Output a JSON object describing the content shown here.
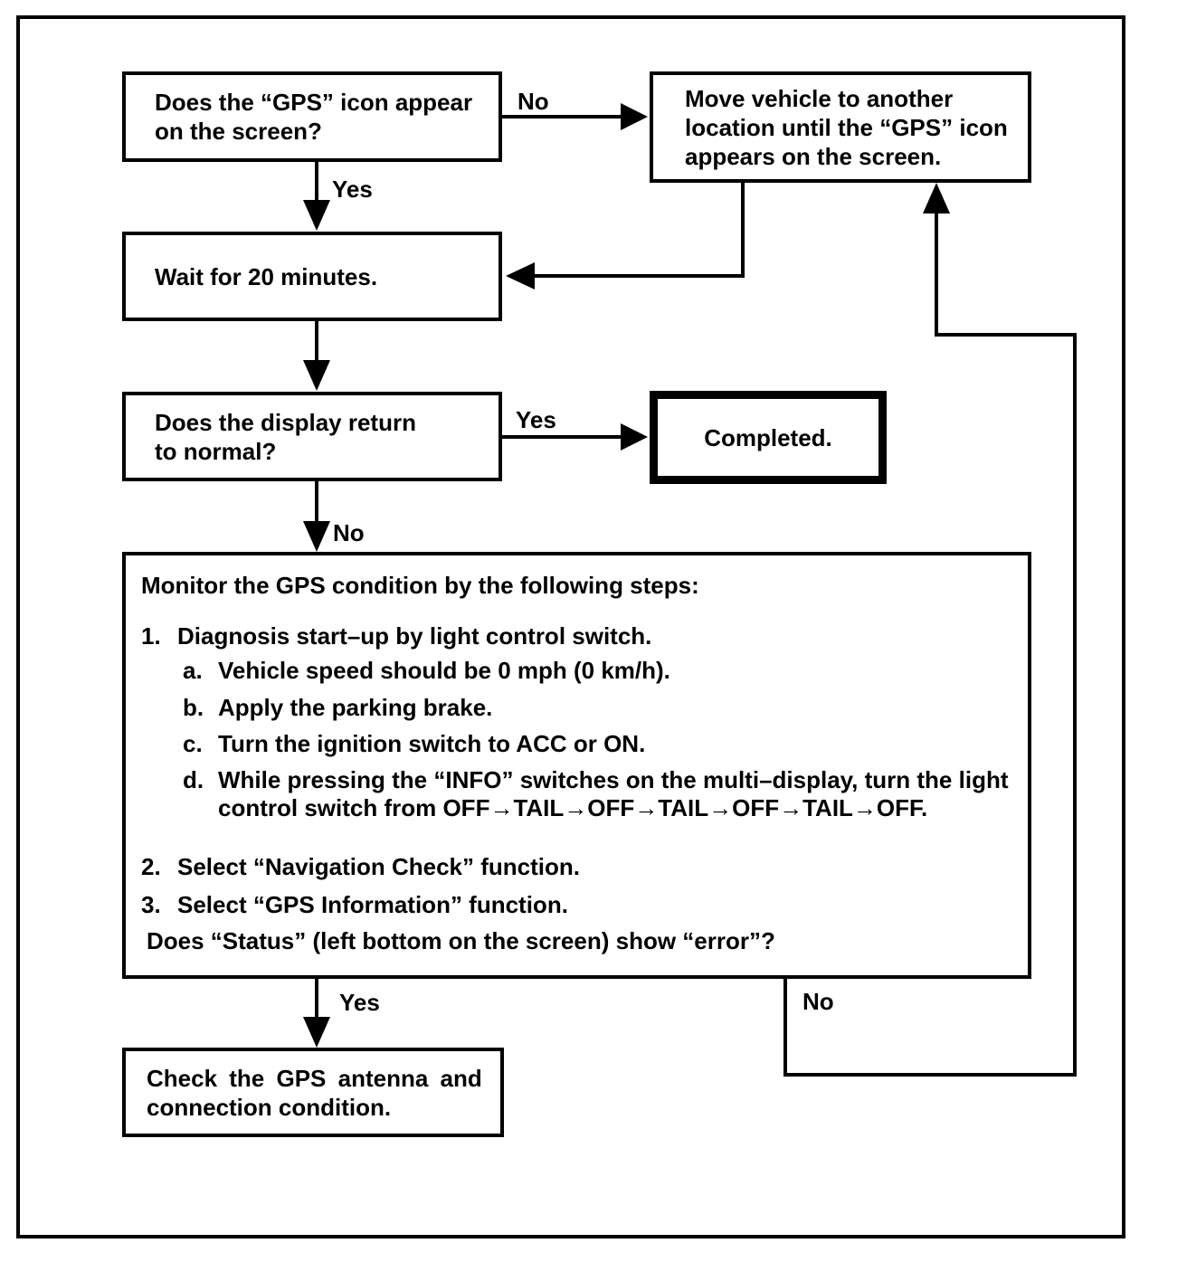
{
  "colors": {
    "ink": "#000000",
    "background": "#ffffff"
  },
  "boxes": {
    "gps_icon_question": {
      "line1": "Does the “GPS” icon appear",
      "line2": "on the screen?"
    },
    "move_vehicle": {
      "line1": "Move vehicle to another",
      "line2": "location until the “GPS” icon",
      "line3": "appears on the screen."
    },
    "wait": {
      "line1": "Wait for 20 minutes."
    },
    "display_normal_question": {
      "line1": "Does the display return",
      "line2": "to normal?"
    },
    "completed": {
      "line1": "Completed."
    },
    "monitor": {
      "heading": "Monitor the GPS condition by the following steps:",
      "step1_num": "1.",
      "step1_text": "Diagnosis start–up by light control switch.",
      "step1a_num": "a.",
      "step1a_text": "Vehicle speed should be 0 mph (0 km/h).",
      "step1b_num": "b.",
      "step1b_text": "Apply the parking brake.",
      "step1c_num": "c.",
      "step1c_text": "Turn the ignition switch to ACC or ON.",
      "step1d_num": "d.",
      "step1d_text_line1": "While pressing the “INFO” switches on the multi–display, turn the light",
      "step1d_text_line2": "control switch from OFF→TAIL→OFF→TAIL→OFF→TAIL→OFF.",
      "step2_num": "2.",
      "step2_text": "Select “Navigation Check” function.",
      "step3_num": "3.",
      "step3_text": "Select “GPS Information” function.",
      "question": "Does “Status” (left bottom on the screen) show “error”?"
    },
    "check_antenna": {
      "line1": "Check the GPS antenna and",
      "line2": "connection condition."
    }
  },
  "labels": {
    "no_gps_icon": "No",
    "yes_gps_icon": "Yes",
    "yes_display_normal": "Yes",
    "no_display_normal": "No",
    "yes_status_error": "Yes",
    "no_status_error": "No"
  }
}
